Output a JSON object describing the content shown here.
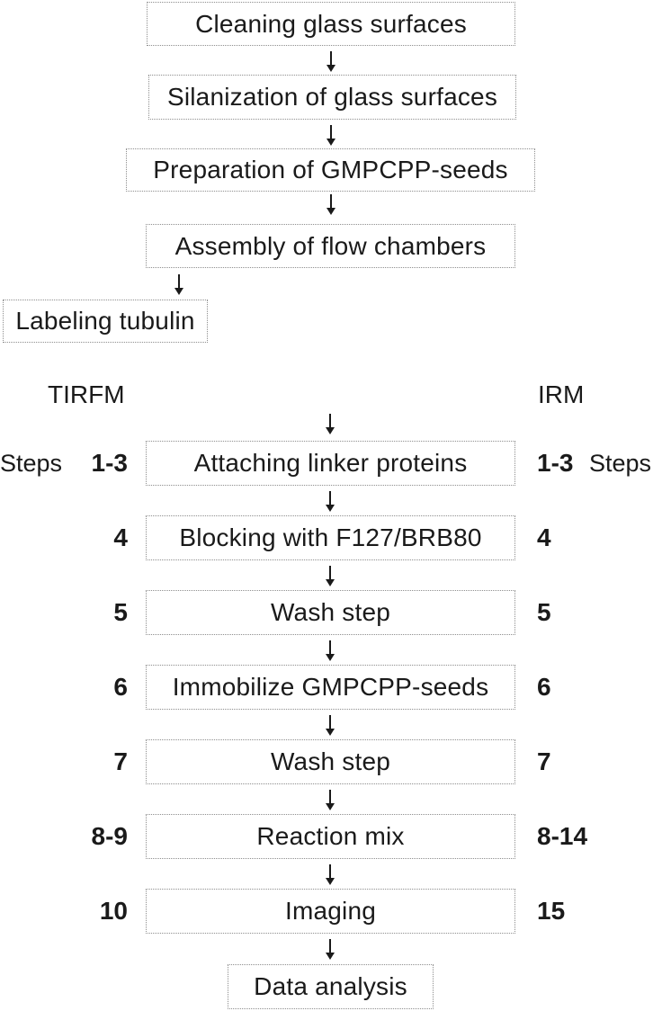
{
  "diagram": {
    "prep_chain": [
      "Cleaning glass surfaces",
      "Silanization of glass surfaces",
      "Preparation of GMPCPP-seeds",
      "Assembly of flow chambers",
      "Labeling tubulin"
    ],
    "column_headers": {
      "left": "TIRFM",
      "right": "IRM"
    },
    "steps_word": {
      "left": "Steps",
      "right": "Steps"
    },
    "protocol_rows": [
      {
        "tirfm_step": "1-3",
        "label": "Attaching linker proteins",
        "irm_step": "1-3"
      },
      {
        "tirfm_step": "4",
        "label": "Blocking with F127/BRB80",
        "irm_step": "4"
      },
      {
        "tirfm_step": "5",
        "label": "Wash step",
        "irm_step": "5"
      },
      {
        "tirfm_step": "6",
        "label": "Immobilize GMPCPP-seeds",
        "irm_step": "6"
      },
      {
        "tirfm_step": "7",
        "label": "Wash step",
        "irm_step": "7"
      },
      {
        "tirfm_step": "8-9",
        "label": "Reaction mix",
        "irm_step": "8-14"
      },
      {
        "tirfm_step": "10",
        "label": "Imaging",
        "irm_step": "15"
      }
    ],
    "final_box": "Data analysis",
    "colors": {
      "background": "#ffffff",
      "text": "#1a1a1a",
      "box_border": "#8e8e8e",
      "arrow": "#1a1a1a"
    }
  }
}
